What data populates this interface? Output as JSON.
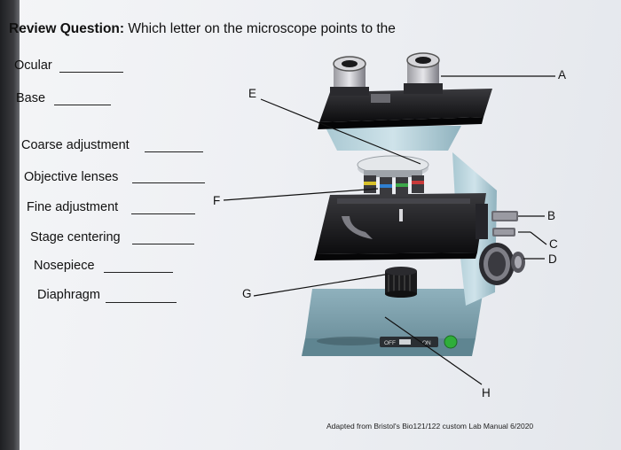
{
  "question": {
    "prefix": "Review Question:",
    "text": "Which letter on the microscope points to the"
  },
  "parts": [
    "Ocular",
    "Base",
    "Coarse adjustment",
    "Objective lenses",
    "Fine adjustment",
    "Stage centering",
    "Nosepiece",
    "Diaphragm"
  ],
  "labels": {
    "a": "A",
    "b": "B",
    "c": "C",
    "d": "D",
    "e": "E",
    "f": "F",
    "g": "G",
    "h": "H"
  },
  "switch": {
    "off": "OFF",
    "on": "ON"
  },
  "credit": "Adapted from Bristol's Bio121/122 custom Lab Manual 6/2020"
}
